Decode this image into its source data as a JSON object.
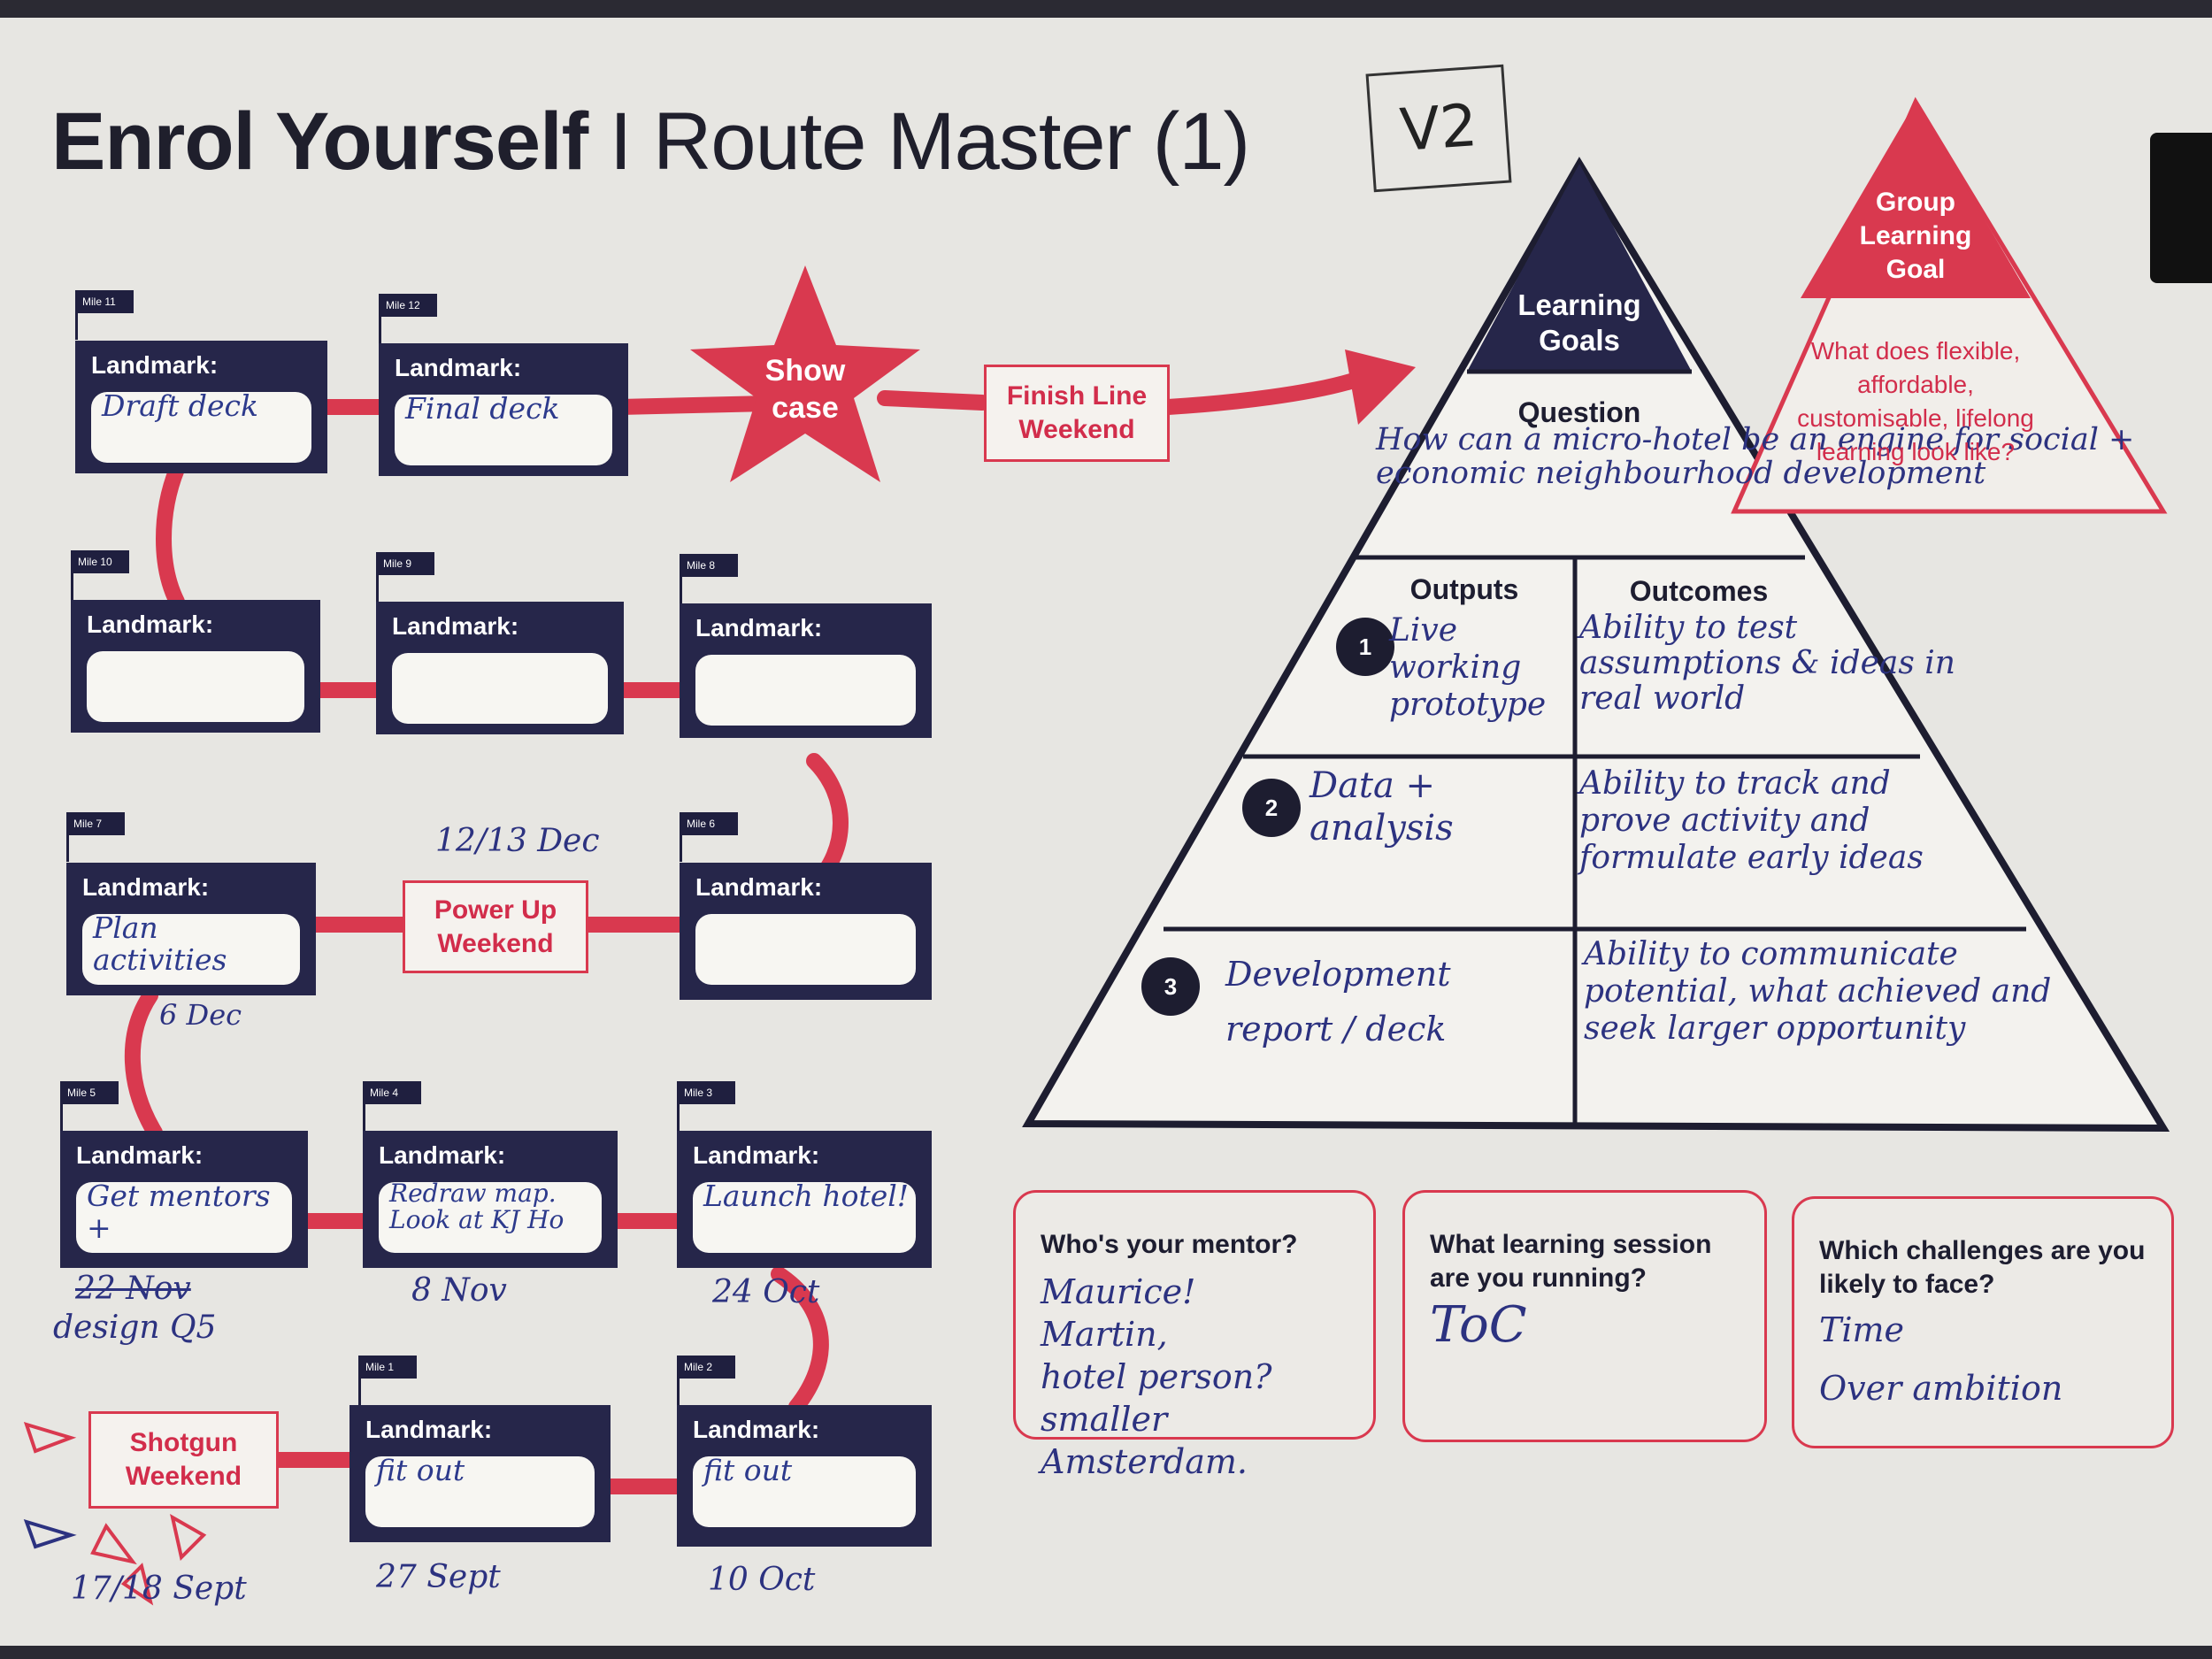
{
  "title": {
    "bold": "Enrol Yourself",
    "rest": " I Route Master (1)"
  },
  "version_mark": "V2",
  "landmark_label": "Landmark:",
  "miles": [
    "Mile 1",
    "Mile 2",
    "Mile 3",
    "Mile 4",
    "Mile 5",
    "Mile 6",
    "Mile 7",
    "Mile 8",
    "Mile 9",
    "Mile 10",
    "Mile 11",
    "Mile 12"
  ],
  "landmarks": {
    "m11": "Draft deck",
    "m12": "Final deck",
    "m10": "",
    "m9": "",
    "m8": "",
    "m7": "Plan activities",
    "m6": "",
    "m5": "Get mentors +",
    "m4": "Redraw map. Look at KJ Ho",
    "m3": "Launch hotel!",
    "m1": "fit out",
    "m2": "fit out"
  },
  "events": {
    "show_case": "Show case",
    "finish_line": "Finish Line Weekend",
    "power_up": "Power Up Weekend",
    "shotgun": "Shotgun Weekend"
  },
  "notes": {
    "dec": "12/13 Dec",
    "dec6": "6 Dec",
    "nov22": "22 Nov",
    "design": "design Q5",
    "nov8": "8 Nov",
    "oct24": "24 Oct",
    "sept17": "17/18 Sept",
    "sept27": "27 Sept",
    "oct10": "10 Oct"
  },
  "pyramid": {
    "top": "Learning Goals",
    "question_label": "Question",
    "question_text": "How can a micro-hotel be an engine for social + economic neighbourhood development",
    "outputs_label": "Outputs",
    "outcomes_label": "Outcomes",
    "rows": [
      {
        "num": "1",
        "output": "Live working prototype",
        "outcome": "Ability to test assumptions & ideas in real world"
      },
      {
        "num": "2",
        "output": "Data + analysis",
        "outcome": "Ability to track and prove activity and formulate early ideas"
      },
      {
        "num": "3",
        "output": "Development report / deck",
        "outcome": "Ability to communicate potential, what achieved and seek larger opportunity"
      }
    ]
  },
  "group": {
    "top": "Group Learning Goal",
    "question": "What does flexible, affordable, customisable, lifelong learning look like?"
  },
  "cards": [
    {
      "q": "Who's your mentor?",
      "a": "Maurice!\nMartin,\nhotel person? smaller\nAmsterdam."
    },
    {
      "q": "What learning session are you running?",
      "a": "ToC"
    },
    {
      "q": "Which challenges are you likely to face?",
      "a": "Time\nOver ambition"
    }
  ],
  "colors": {
    "navy": "#26264a",
    "red": "#d9394f",
    "paper": "#e7e6e2",
    "ink": "#2c3280"
  }
}
